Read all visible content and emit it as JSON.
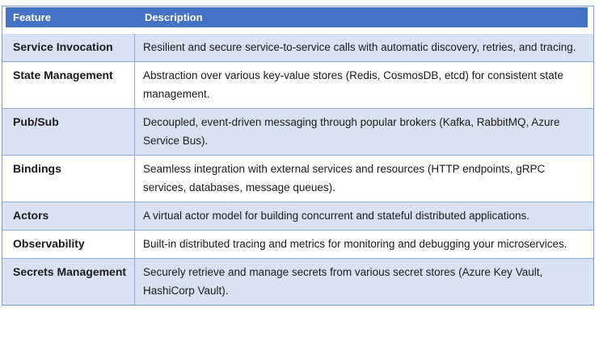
{
  "table": {
    "columns": [
      "Feature",
      "Description"
    ],
    "rows": [
      {
        "feature": "Service Invocation",
        "description": "Resilient and secure service-to-service calls with automatic discovery, retries, and tracing."
      },
      {
        "feature": "State Management",
        "description": "Abstraction over various key-value stores (Redis, CosmosDB, etcd) for consistent state management."
      },
      {
        "feature": "Pub/Sub",
        "description": "Decoupled, event-driven messaging through popular brokers (Kafka, RabbitMQ, Azure Service Bus)."
      },
      {
        "feature": "Bindings",
        "description": "Seamless integration with external services and resources (HTTP endpoints, gRPC services, databases, message queues)."
      },
      {
        "feature": "Actors",
        "description": "A virtual actor model for building concurrent and stateful distributed applications."
      },
      {
        "feature": "Observability",
        "description": "Built-in distributed tracing and metrics for monitoring and debugging your microservices."
      },
      {
        "feature": "Secrets Management",
        "description": "Securely retrieve and manage secrets from various secret stores (Azure Key Vault, HashiCorp Vault)."
      }
    ],
    "colors": {
      "header_bg": "#4472C4",
      "header_text": "#FFFFFF",
      "banded_row_fill": "#D9E2F3",
      "inner_border": "#8EAADB",
      "outer_border": "#7D9DD8",
      "body_text": "#1A1A1A"
    }
  }
}
